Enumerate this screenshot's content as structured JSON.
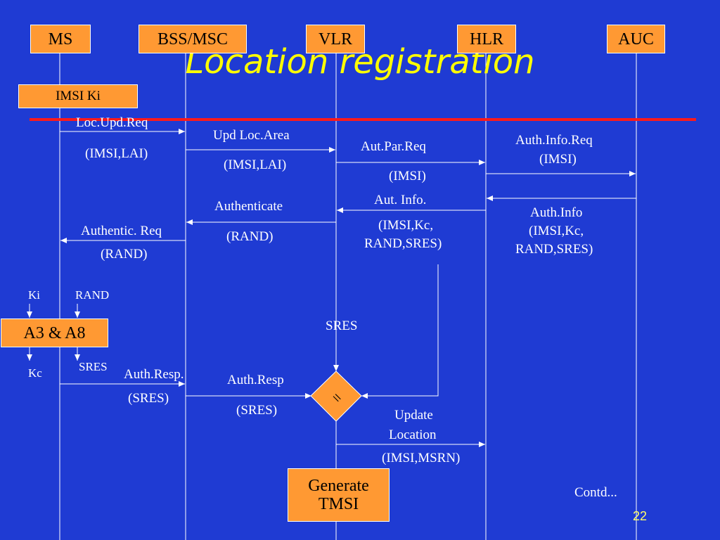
{
  "title": "Location registration",
  "entities": [
    "MS",
    "BSS/MSC",
    "VLR",
    "HLR",
    "AUC"
  ],
  "boxes": {
    "imsi_ki": "IMSI Ki",
    "a3a8": "A3 & A8",
    "generate": "Generate TMSI"
  },
  "messages": {
    "loc_upd_req": "Loc.Upd.Req",
    "imsi_lai_1": "(IMSI,LAI)",
    "upd_loc_area": "Upd Loc.Area",
    "imsi_lai_2": "(IMSI,LAI)",
    "aut_par_req": "Aut.Par.Req",
    "imsi_1": "(IMSI)",
    "auth_info_req": "Auth.Info.Req",
    "imsi_2": "(IMSI)",
    "auth_info": "Auth.Info",
    "auth_info_params_1": "(IMSI,Kc,",
    "auth_info_params_2": "RAND,SRES)",
    "aut_info": "Aut. Info.",
    "aut_info_params_1": "(IMSI,Kc,",
    "aut_info_params_2": "RAND,SRES)",
    "authenticate": "Authenticate",
    "rand_1": "(RAND)",
    "authentic_req": "Authentic. Req",
    "rand_2": "(RAND)",
    "ki": "Ki",
    "rand_in": "RAND",
    "kc": "Kc",
    "sres_out": "SRES",
    "sres_vlr": "SRES",
    "auth_resp_1": "Auth.Resp.",
    "sres_1": "(SRES)",
    "auth_resp_2": "Auth.Resp",
    "sres_2": "(SRES)",
    "compare": "=",
    "update_location_1": "Update",
    "update_location_2": "Location",
    "imsi_msrn": "(IMSI,MSRN)",
    "contd": "Contd..."
  },
  "page_number": "22",
  "colors": {
    "background": "#1f3bd3",
    "box_fill": "#ff9933",
    "title": "#ffff00",
    "divider": "#ff1a1a",
    "page_number": "#ffff66"
  }
}
